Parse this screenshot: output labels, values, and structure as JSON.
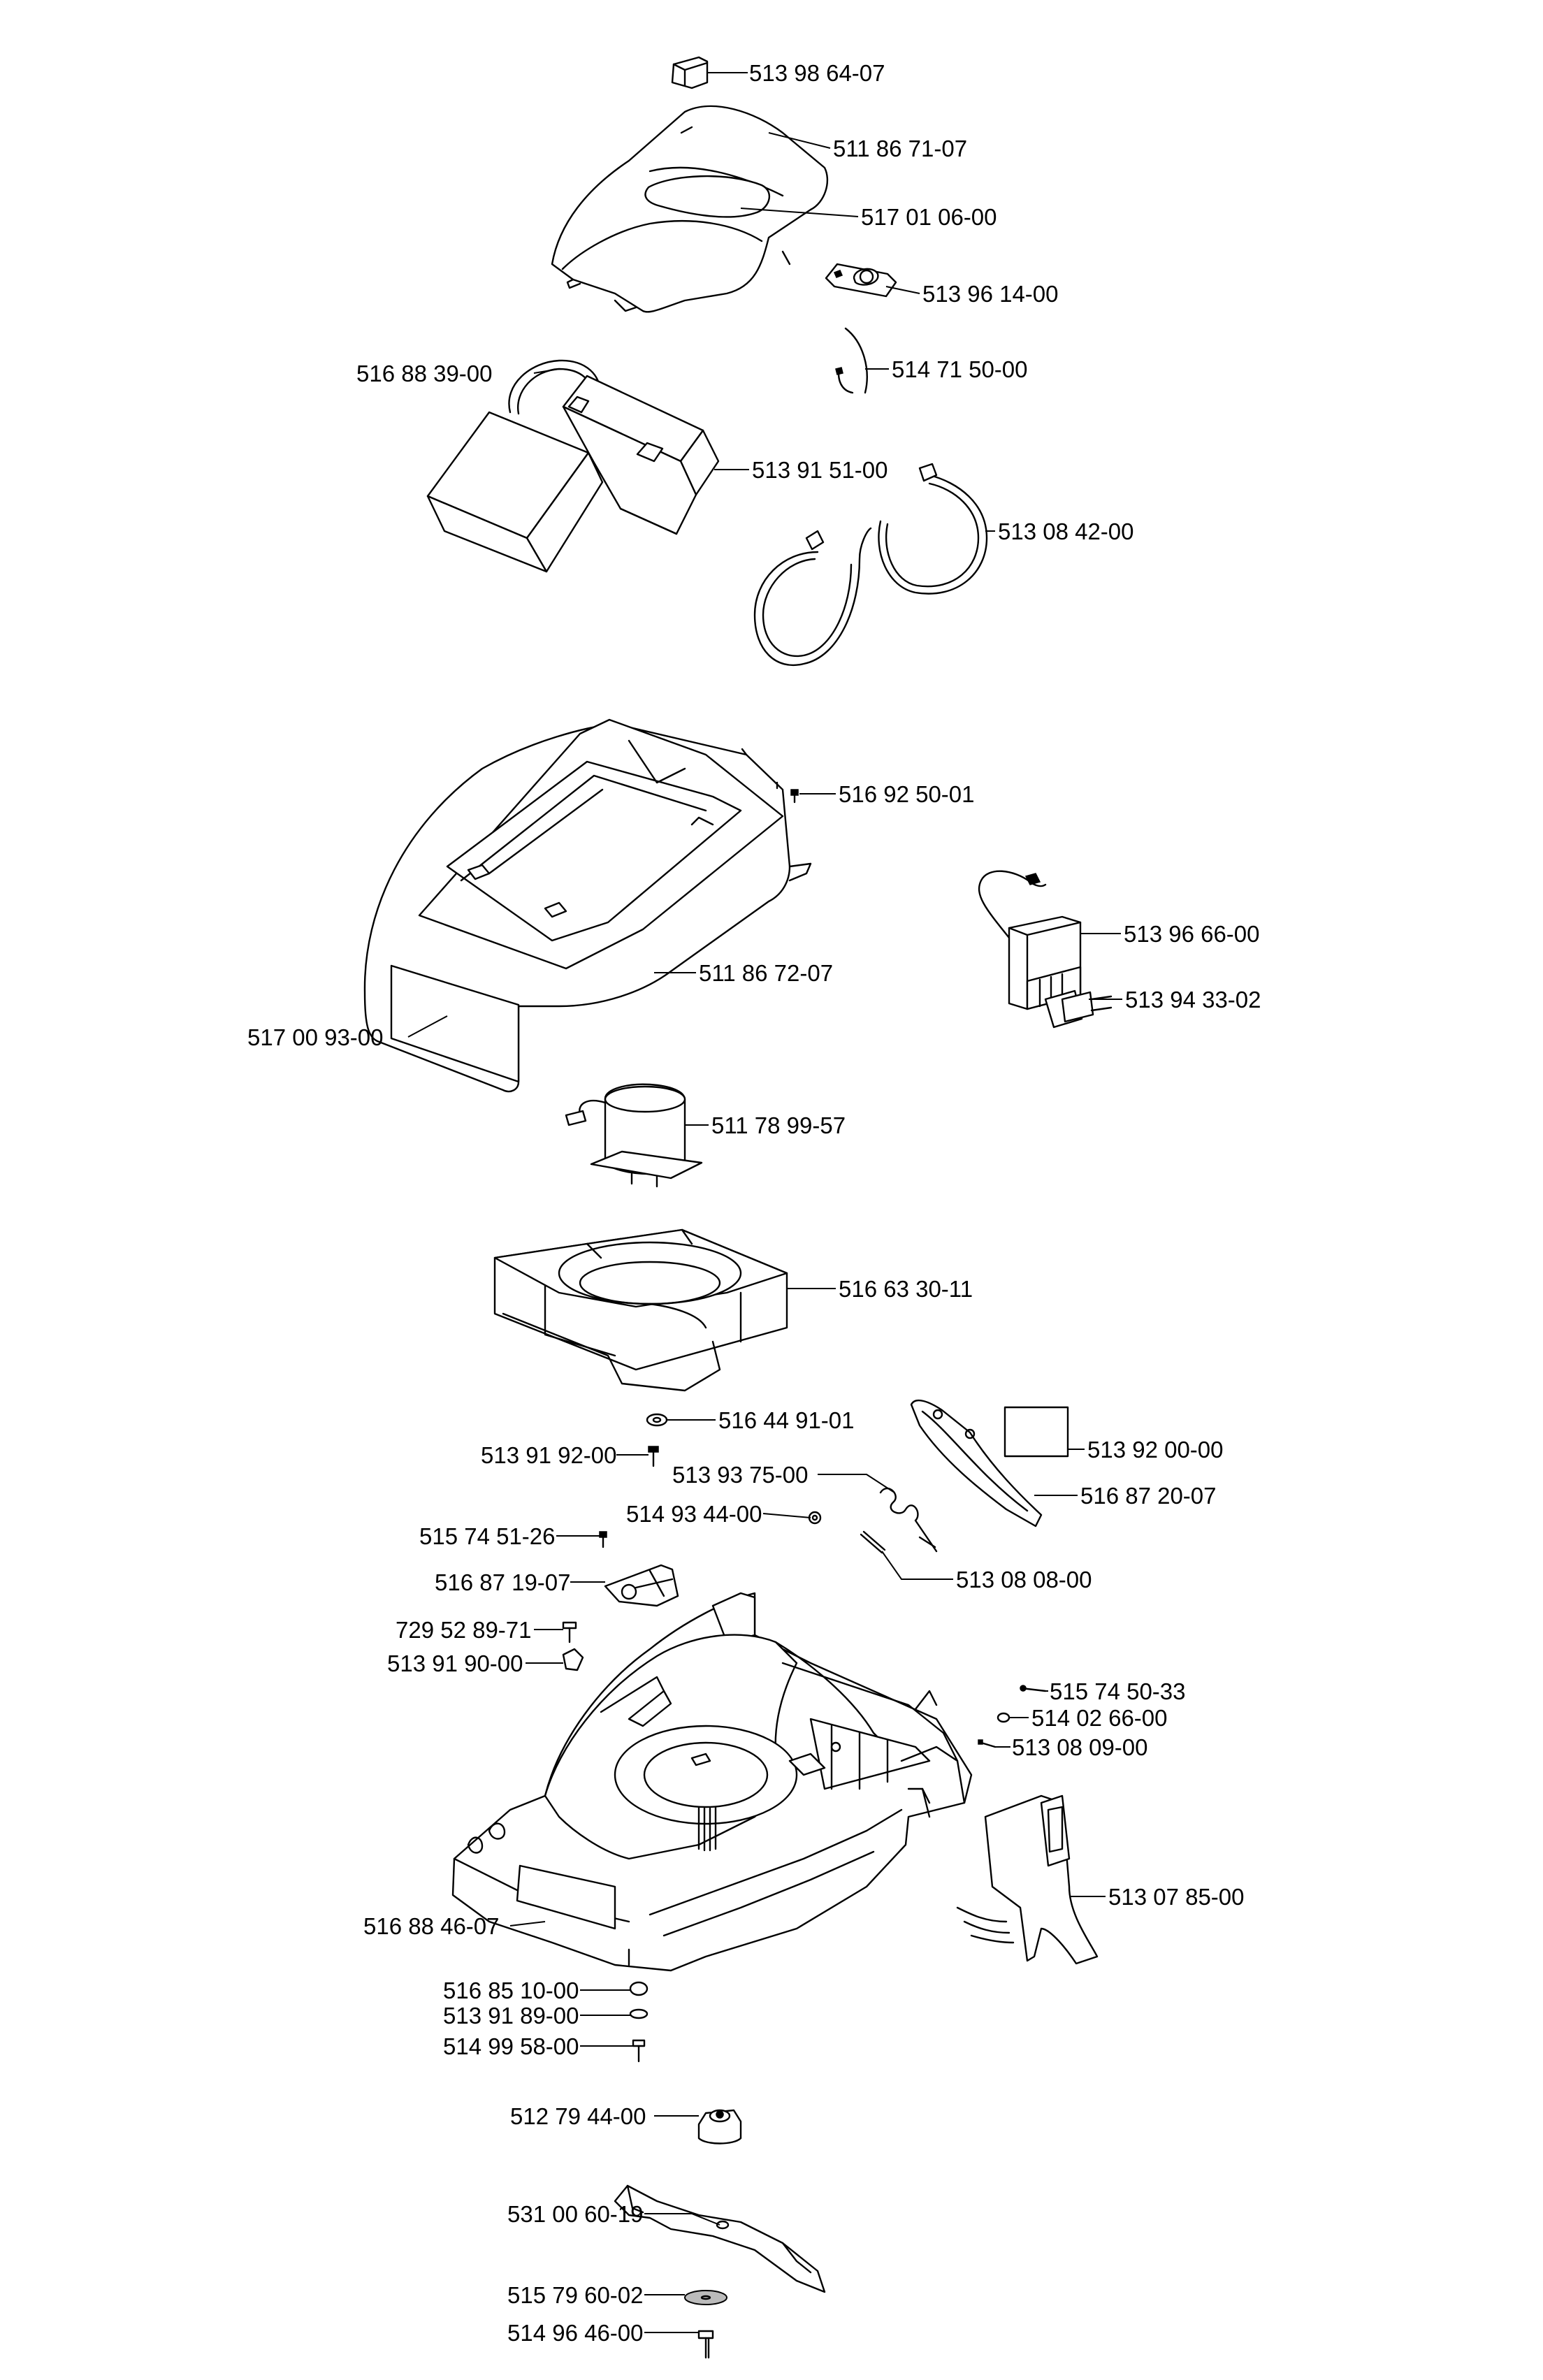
{
  "parts": [
    {
      "id": "p01",
      "number": "513 98 64-07"
    },
    {
      "id": "p02",
      "number": "511 86 71-07"
    },
    {
      "id": "p03",
      "number": "517 01 06-00"
    },
    {
      "id": "p04",
      "number": "513 96 14-00"
    },
    {
      "id": "p05",
      "number": "514 71 50-00"
    },
    {
      "id": "p06",
      "number": "516 88 39-00"
    },
    {
      "id": "p07",
      "number": "513 91 51-00"
    },
    {
      "id": "p08",
      "number": "513 08 42-00"
    },
    {
      "id": "p09",
      "number": "516 92 50-01"
    },
    {
      "id": "p10",
      "number": "513 96 66-00"
    },
    {
      "id": "p11",
      "number": "513 94 33-02"
    },
    {
      "id": "p12",
      "number": "511 86 72-07"
    },
    {
      "id": "p13",
      "number": "517 00 93-00"
    },
    {
      "id": "p14",
      "number": "511 78 99-57"
    },
    {
      "id": "p15",
      "number": "516 63 30-11"
    },
    {
      "id": "p16",
      "number": "516 44 91-01"
    },
    {
      "id": "p17",
      "number": "513 91 92-00"
    },
    {
      "id": "p18",
      "number": "513 92 00-00"
    },
    {
      "id": "p19",
      "number": "513 93 75-00"
    },
    {
      "id": "p20",
      "number": "516 87 20-07"
    },
    {
      "id": "p21",
      "number": "514 93 44-00"
    },
    {
      "id": "p22",
      "number": "515 74 51-26"
    },
    {
      "id": "p23",
      "number": "513 08 08-00"
    },
    {
      "id": "p24",
      "number": "516 87 19-07"
    },
    {
      "id": "p25",
      "number": "729 52 89-71"
    },
    {
      "id": "p26",
      "number": "513 91 90-00"
    },
    {
      "id": "p27",
      "number": "515 74 50-33"
    },
    {
      "id": "p28",
      "number": "514 02 66-00"
    },
    {
      "id": "p29",
      "number": "513 08 09-00"
    },
    {
      "id": "p30",
      "number": "513 07 85-00"
    },
    {
      "id": "p31",
      "number": "516 88 46-07"
    },
    {
      "id": "p32",
      "number": "516 85 10-00"
    },
    {
      "id": "p33",
      "number": "513 91 89-00"
    },
    {
      "id": "p34",
      "number": "514 99 58-00"
    },
    {
      "id": "p35",
      "number": "512 79 44-00"
    },
    {
      "id": "p36",
      "number": "531 00 60-19"
    },
    {
      "id": "p37",
      "number": "515 79 60-02"
    },
    {
      "id": "p38",
      "number": "514 96 46-00"
    }
  ]
}
